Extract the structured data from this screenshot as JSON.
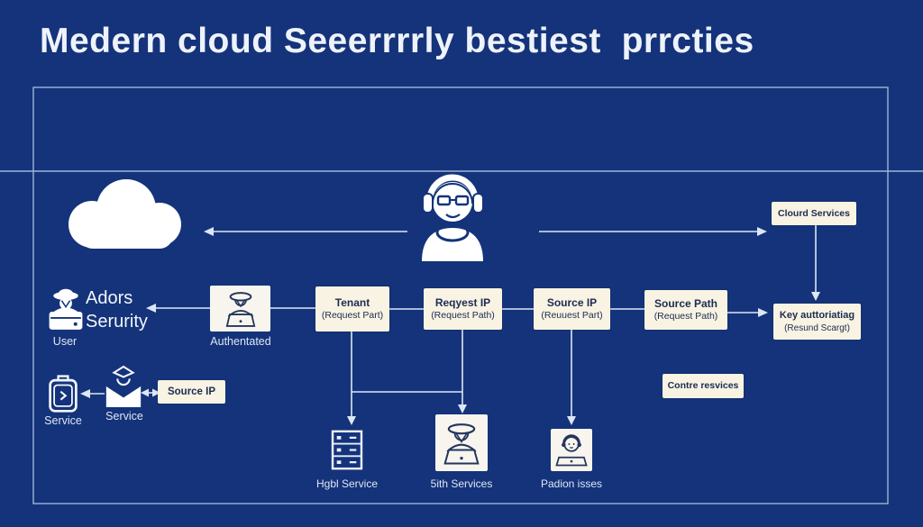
{
  "title": "Medern cloud Seeerrrrly bestiest  prrcties",
  "colors": {
    "background": "#14337a",
    "box_fill": "#f8f3e2",
    "box_text": "#1c2b52",
    "connector_line": "#dce6f5",
    "frame_line": "#9db4d9",
    "light_text": "#eef2fa"
  },
  "left_group": {
    "heading_line1": "Adors",
    "heading_line2": "Serurity",
    "user_caption": "User",
    "authenticated_caption": "Authentated",
    "service_caption_1": "Service",
    "service_caption_2": "Service",
    "source_ip_small_box": "Source IP"
  },
  "top": {
    "cloud_services_box": "Clourd Services"
  },
  "pipeline": [
    {
      "title": "Tenant",
      "subtitle": "(Request Part)"
    },
    {
      "title": "Reqyest IP",
      "subtitle": "(Request Path)"
    },
    {
      "title": "Source IP",
      "subtitle": "(Reuuest Part)"
    },
    {
      "title": "Source Path",
      "subtitle": "(Request Path)"
    }
  ],
  "key_box": {
    "title": "Key auttoriatiag",
    "subtitle": "(Resund Scargt)"
  },
  "contre_box": "Contre resvices",
  "bottom_items": [
    {
      "label": "Hgbl Service"
    },
    {
      "label": "5ith Services"
    },
    {
      "label": "Padion isses"
    }
  ],
  "icons": [
    "cloud-icon",
    "support-agent-icon",
    "user-badge-icon",
    "authenticated-user-icon",
    "clipboard-service-icon",
    "mail-service-icon",
    "server-rack-icon",
    "service-user-icon",
    "helpdesk-user-icon"
  ]
}
